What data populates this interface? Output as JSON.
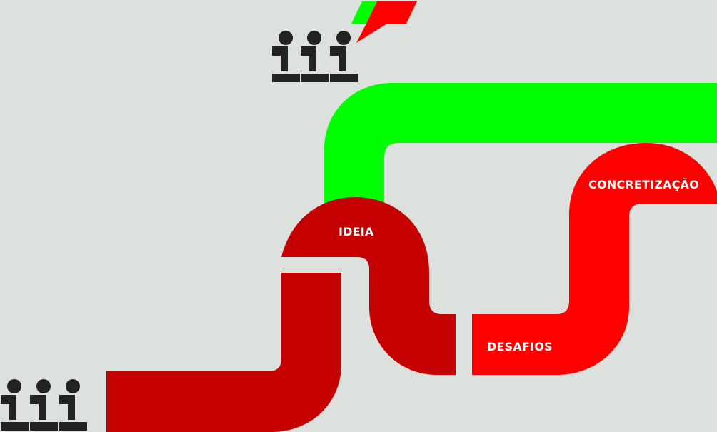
{
  "diagram": {
    "stages": [
      {
        "label": "IDEIA",
        "color": "#c40000"
      },
      {
        "label": "DESAFIOS",
        "color": "#ff0000"
      },
      {
        "label": "CONCRETIZAÇÃO",
        "color": "#ff0000"
      }
    ],
    "pipe_colors": {
      "green": "#00ff00",
      "dark_red": "#c40000",
      "red": "#ff0000"
    },
    "icons": [
      "people-logo-top",
      "people-logo-bottom"
    ]
  }
}
